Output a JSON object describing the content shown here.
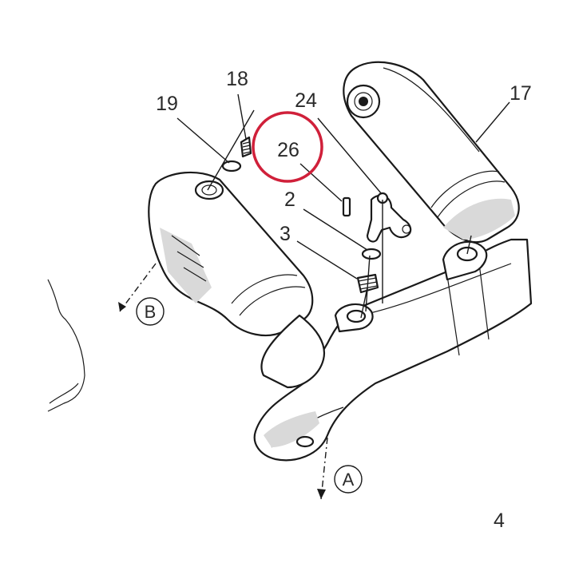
{
  "diagram": {
    "callouts": {
      "c18": "18",
      "c19": "19",
      "c24": "24",
      "c26": "26",
      "c17": "17",
      "c2": "2",
      "c3": "3"
    },
    "direction_markers": {
      "a": "A",
      "b": "B"
    },
    "page_number": "4",
    "highlight_color": "#d0203a"
  }
}
